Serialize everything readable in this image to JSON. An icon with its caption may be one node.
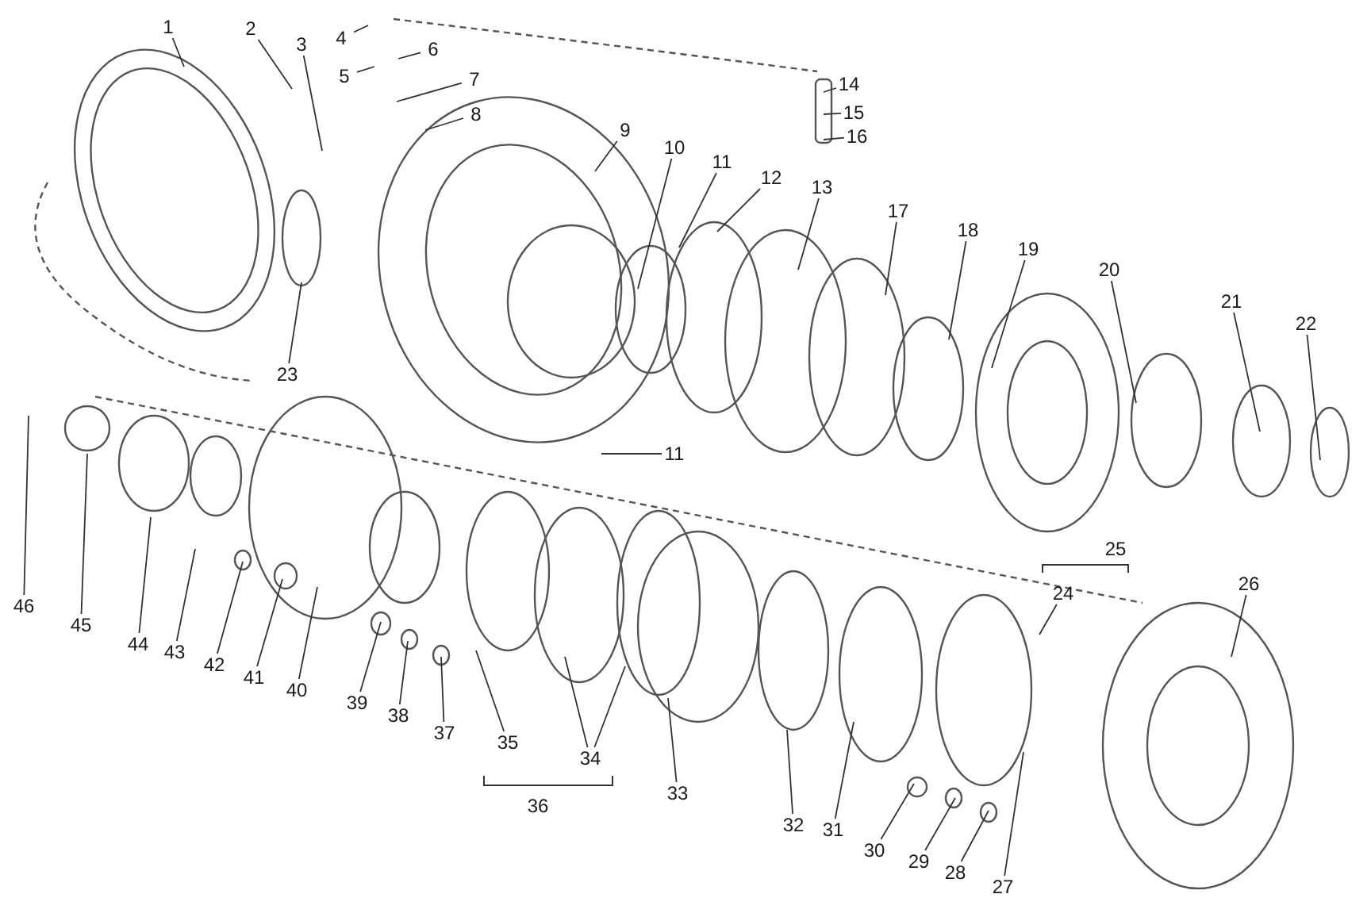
{
  "diagram": {
    "nodes": [
      {
        "text": [
          "1"
        ]
      },
      {
        "text": [
          "2"
        ]
      },
      {
        "text": [
          "3"
        ]
      },
      {
        "text": [
          "4"
        ]
      },
      {
        "text": [
          "5"
        ]
      },
      {
        "text": [
          "6"
        ]
      },
      {
        "text": [
          "7"
        ]
      },
      {
        "text": [
          "8"
        ]
      },
      {
        "text": [
          "9"
        ]
      },
      {
        "text": [
          "10"
        ]
      },
      {
        "text": [
          "11"
        ]
      },
      {
        "text": [
          "12"
        ]
      },
      {
        "text": [
          "13"
        ]
      },
      {
        "text": [
          "14"
        ]
      },
      {
        "text": [
          "15"
        ]
      },
      {
        "text": [
          "16"
        ]
      },
      {
        "text": [
          "17"
        ]
      },
      {
        "text": [
          "18"
        ]
      },
      {
        "text": [
          "19"
        ]
      },
      {
        "text": [
          "20"
        ]
      },
      {
        "text": [
          "21"
        ]
      },
      {
        "text": [
          "22"
        ]
      },
      {
        "text": [
          "23"
        ]
      },
      {
        "text": [
          "11"
        ]
      },
      {
        "text": [
          "24"
        ]
      },
      {
        "text": [
          "25"
        ]
      },
      {
        "text": [
          "26"
        ]
      },
      {
        "text": [
          "27"
        ]
      },
      {
        "text": [
          "28"
        ]
      },
      {
        "text": [
          "29"
        ]
      },
      {
        "text": [
          "30"
        ]
      },
      {
        "text": [
          "31"
        ]
      },
      {
        "text": [
          "32"
        ]
      },
      {
        "text": [
          "33"
        ]
      },
      {
        "text": [
          "34"
        ]
      },
      {
        "text": [
          "35"
        ]
      },
      {
        "text": [
          "36"
        ]
      },
      {
        "text": [
          "37"
        ]
      },
      {
        "text": [
          "38"
        ]
      },
      {
        "text": [
          "39"
        ]
      },
      {
        "text": [
          "40"
        ]
      },
      {
        "text": [
          "41"
        ]
      },
      {
        "text": [
          "42"
        ]
      },
      {
        "text": [
          "43"
        ]
      },
      {
        "text": [
          "44"
        ]
      },
      {
        "text": [
          "45"
        ]
      },
      {
        "text": [
          "46"
        ]
      }
    ],
    "edges": [
      {
        "from": 0,
        "to": null,
        "arrow": "none"
      },
      {
        "from": 1,
        "to": null,
        "arrow": "none"
      },
      {
        "from": 2,
        "to": null,
        "arrow": "none"
      },
      {
        "from": 3,
        "to": null,
        "arrow": "none"
      },
      {
        "from": 4,
        "to": null,
        "arrow": "none"
      },
      {
        "from": 5,
        "to": null,
        "arrow": "none"
      },
      {
        "from": 6,
        "to": null,
        "arrow": "none"
      },
      {
        "from": 7,
        "to": null,
        "arrow": "none"
      },
      {
        "from": 8,
        "to": null,
        "arrow": "none"
      },
      {
        "from": 9,
        "to": null,
        "arrow": "none"
      },
      {
        "from": 10,
        "to": null,
        "arrow": "none"
      },
      {
        "from": 11,
        "to": null,
        "arrow": "none"
      },
      {
        "from": 12,
        "to": null,
        "arrow": "none"
      },
      {
        "from": 13,
        "to": null,
        "arrow": "none"
      },
      {
        "from": 14,
        "to": null,
        "arrow": "none"
      },
      {
        "from": 15,
        "to": null,
        "arrow": "none"
      },
      {
        "from": 16,
        "to": null,
        "arrow": "none"
      },
      {
        "from": 17,
        "to": null,
        "arrow": "none"
      },
      {
        "from": 18,
        "to": null,
        "arrow": "none"
      },
      {
        "from": 19,
        "to": null,
        "arrow": "none"
      },
      {
        "from": 20,
        "to": null,
        "arrow": "none"
      },
      {
        "from": 21,
        "to": null,
        "arrow": "none"
      },
      {
        "from": 22,
        "to": null,
        "arrow": "none"
      },
      {
        "from": 23,
        "to": null,
        "arrow": "none"
      },
      {
        "from": 24,
        "to": null,
        "arrow": "none"
      },
      {
        "from": 26,
        "to": null,
        "arrow": "none"
      },
      {
        "from": 27,
        "to": null,
        "arrow": "none"
      },
      {
        "from": 28,
        "to": null,
        "arrow": "none"
      },
      {
        "from": 29,
        "to": null,
        "arrow": "none"
      },
      {
        "from": 30,
        "to": null,
        "arrow": "none"
      },
      {
        "from": 31,
        "to": null,
        "arrow": "none"
      },
      {
        "from": 32,
        "to": null,
        "arrow": "none"
      },
      {
        "from": 33,
        "to": null,
        "arrow": "none"
      },
      {
        "from": 34,
        "to": null,
        "arrow": "none"
      },
      {
        "from": 34,
        "to": null,
        "arrow": "none"
      },
      {
        "from": 35,
        "to": null,
        "arrow": "none"
      },
      {
        "from": 37,
        "to": null,
        "arrow": "none"
      },
      {
        "from": 38,
        "to": null,
        "arrow": "none"
      },
      {
        "from": 39,
        "to": null,
        "arrow": "none"
      },
      {
        "from": 40,
        "to": null,
        "arrow": "none"
      },
      {
        "from": 41,
        "to": null,
        "arrow": "none"
      },
      {
        "from": 42,
        "to": null,
        "arrow": "none"
      },
      {
        "from": 43,
        "to": null,
        "arrow": "none"
      },
      {
        "from": 44,
        "to": null,
        "arrow": "none"
      },
      {
        "from": 45,
        "to": null,
        "arrow": "none"
      },
      {
        "from": 46,
        "to": null,
        "arrow": "none"
      }
    ]
  }
}
